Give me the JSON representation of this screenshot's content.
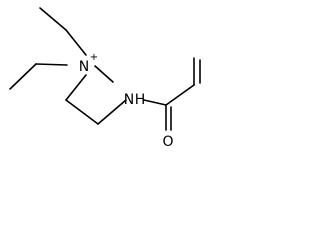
{
  "molecule": {
    "atoms": {
      "nitrogen_cation": {
        "symbol": "N",
        "charge": "+"
      },
      "amide_nitrogen": {
        "symbol": "N",
        "hydrogen": "H"
      },
      "carbonyl_oxygen": {
        "symbol": "O"
      }
    }
  }
}
